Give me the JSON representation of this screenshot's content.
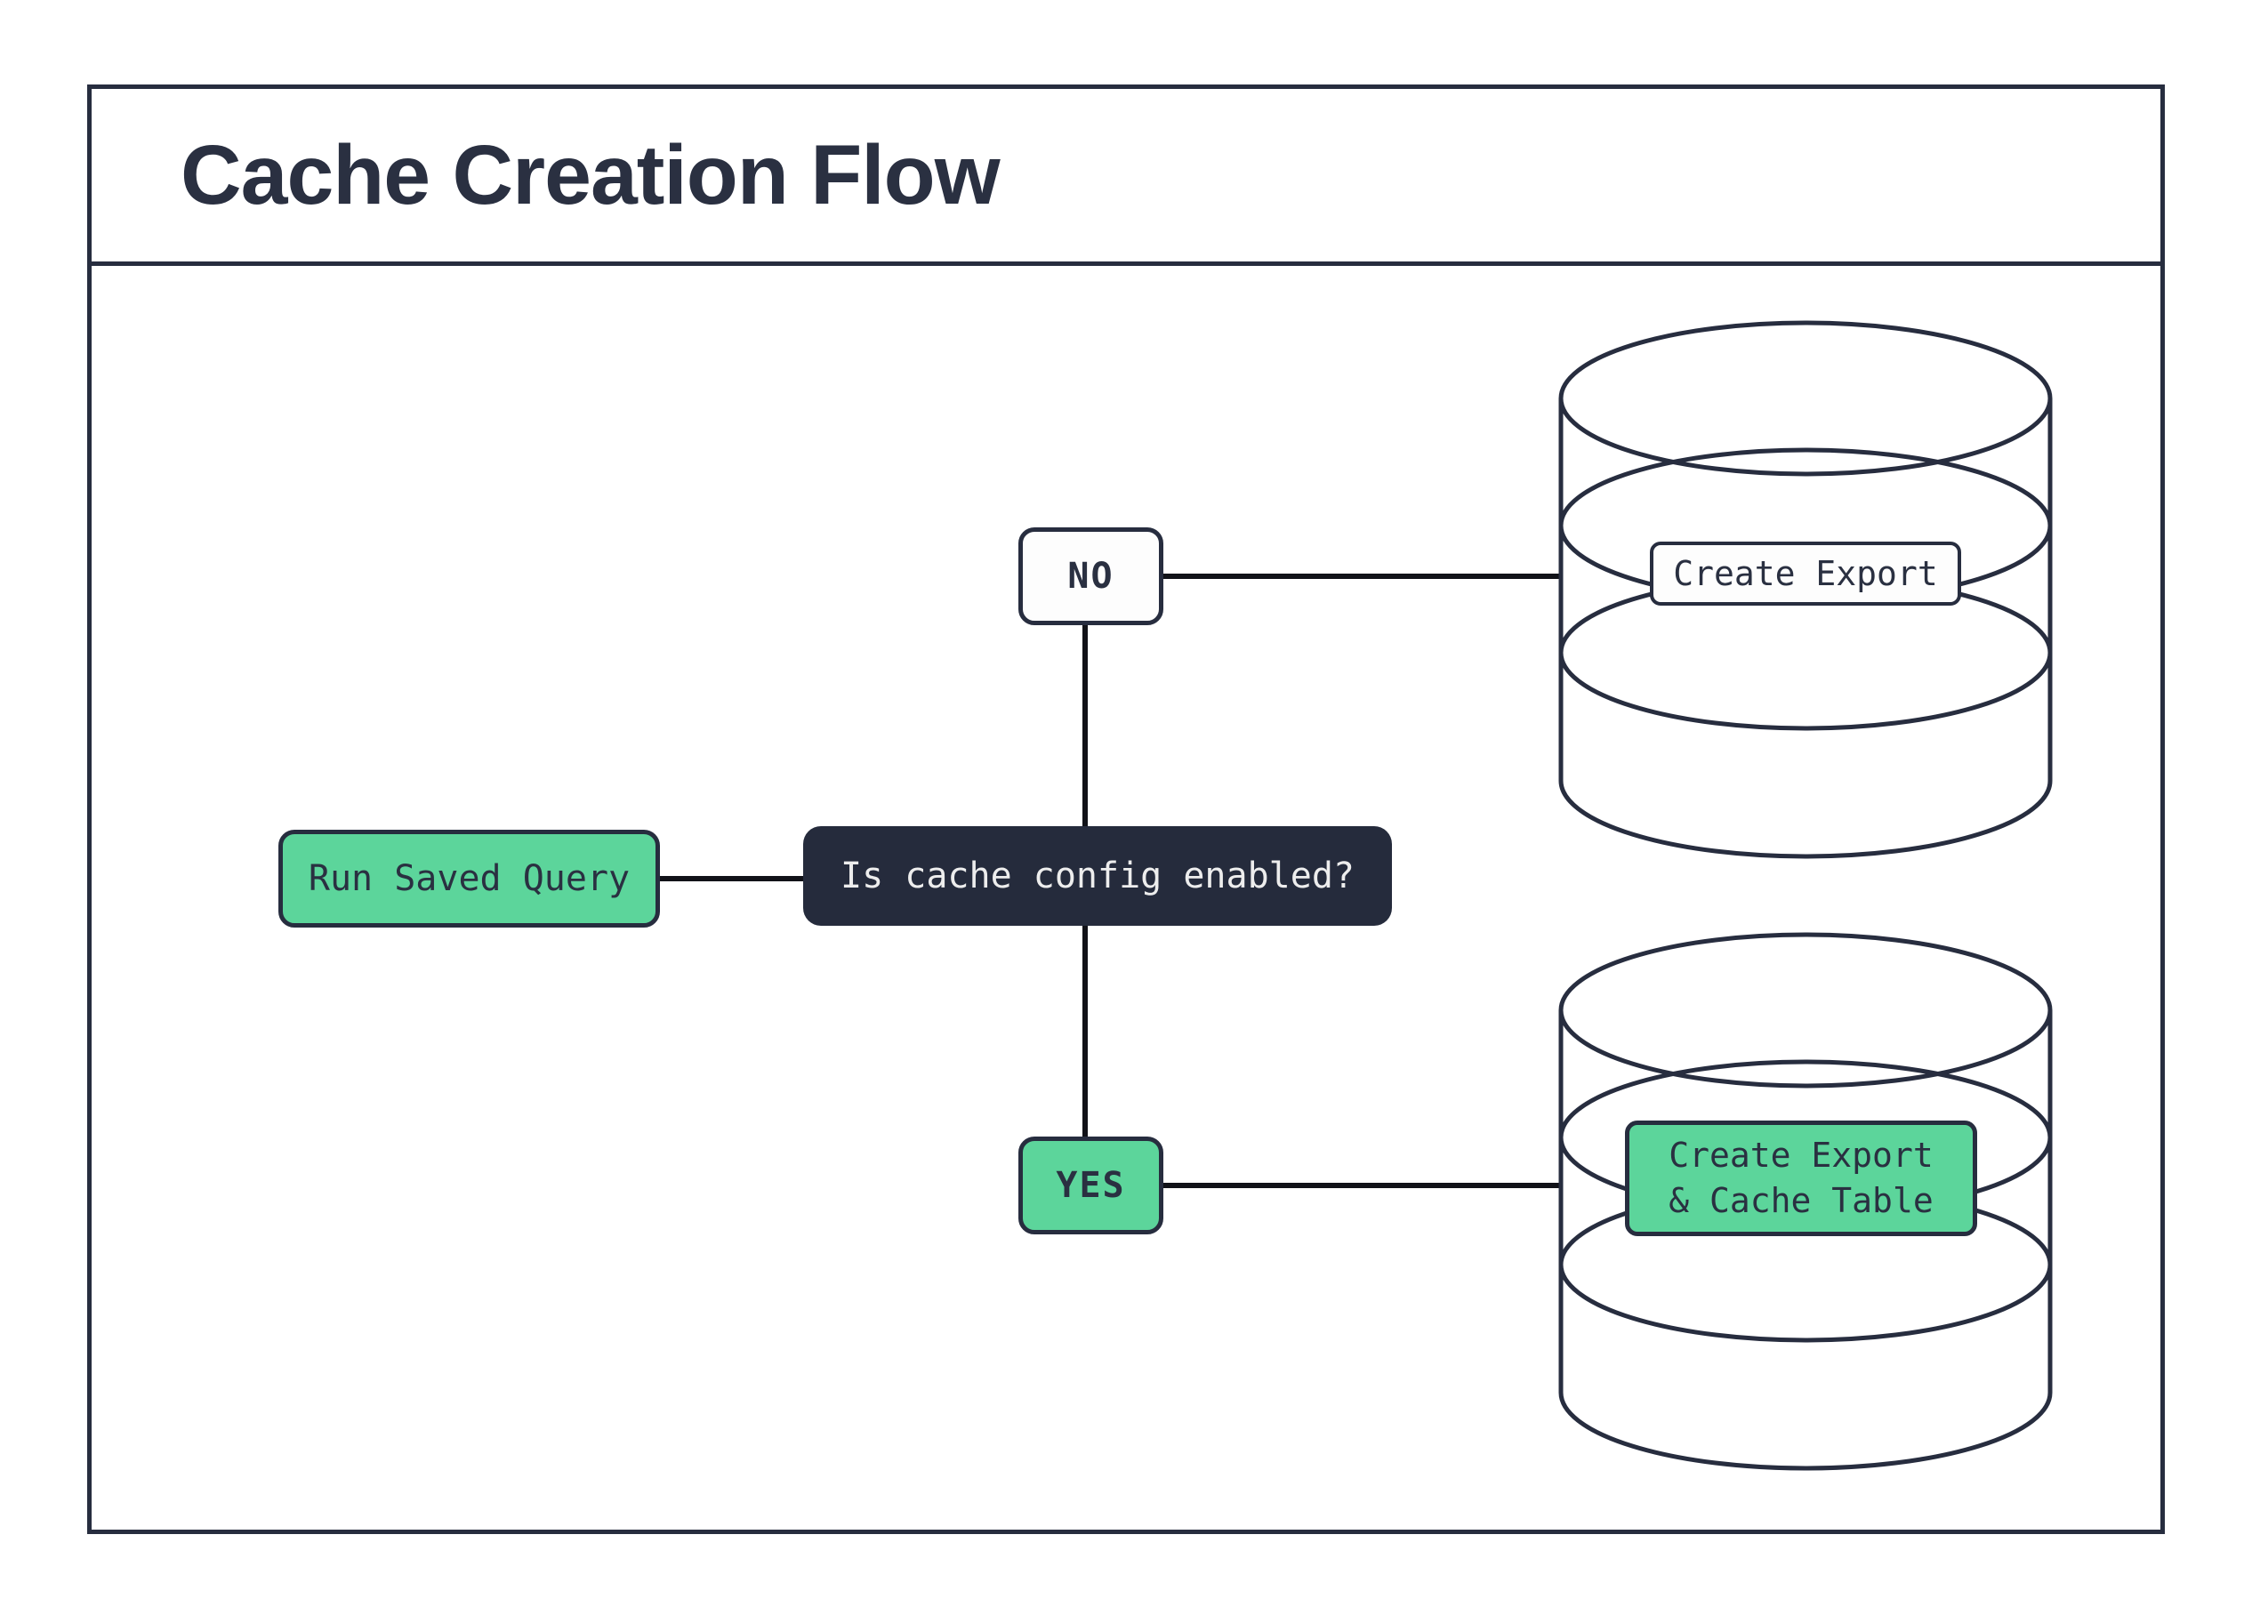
{
  "header": {
    "title": "Cache Creation Flow"
  },
  "nodes": {
    "run": {
      "label": "Run Saved Query"
    },
    "decision": {
      "label": "Is cache config enabled?"
    },
    "no_branch": {
      "label": "NO"
    },
    "yes_branch": {
      "label": "YES"
    },
    "export_db": {
      "label": "Create Export"
    },
    "export_cache_db": {
      "label": "Create Export\n& Cache Table"
    }
  },
  "icons": {
    "top_database": "database-icon",
    "bottom_database": "database-icon"
  },
  "colors": {
    "ink": "#272d3f",
    "accent_green": "#5cd59b",
    "decision_bg": "#252b3c",
    "decision_text": "#ededed",
    "canvas_bg": "#ffffff"
  }
}
